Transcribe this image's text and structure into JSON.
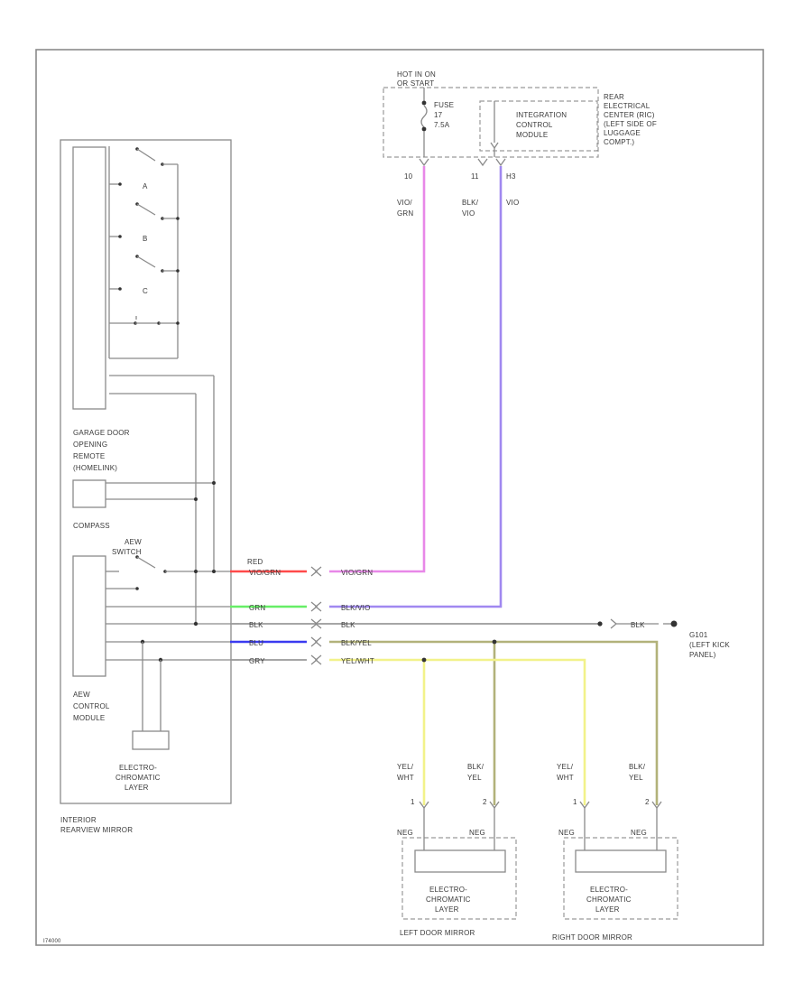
{
  "hot_in_on_label": [
    "HOT IN ON",
    "OR START"
  ],
  "fuse_label": [
    "FUSE",
    "17",
    "7.5A"
  ],
  "integration_module_label": [
    "INTEGRATION",
    "CONTROL",
    "MODULE"
  ],
  "rear_center_label": [
    "REAR",
    "ELECTRICAL",
    "CENTER (RIC)",
    "(LEFT SIDE OF",
    "LUGGAGE",
    "COMPT.)"
  ],
  "pins_top": [
    "10",
    "11",
    "H3"
  ],
  "wire_top_left": [
    "VIO/",
    "GRN"
  ],
  "wire_top_mid": [
    "BLK/",
    "VIO"
  ],
  "wire_top_right": "VIO",
  "switch_letters": [
    "A",
    "B",
    "C"
  ],
  "garage_door_label": [
    "GARAGE DOOR",
    "OPENING",
    "REMOTE",
    "(HOMELINK)"
  ],
  "compass_label": "COMPASS",
  "aew_switch_label": [
    "AEW",
    "SWITCH"
  ],
  "aew_module_label": [
    "AEW",
    "CONTROL",
    "MODULE"
  ],
  "ec_mirror_layer_label": [
    "ELECTRO-",
    "CHROMATIC",
    "LAYER"
  ],
  "interior_mirror_label": [
    "INTERIOR",
    "REARVIEW MIRROR"
  ],
  "wires": {
    "w1_left": "RED",
    "w1_left2": "VIO/GRN",
    "w1_right": "VIO/GRN",
    "w2_left": "GRN",
    "w2_right": "BLK/VIO",
    "w3_left": "BLK",
    "w3_right": "BLK",
    "w3_far": "BLK",
    "w4_left": "BLU",
    "w4_right": "BLK/YEL",
    "w5_left": "GRY",
    "w5_right": "YEL/WHT"
  },
  "ground_label": [
    "G101",
    "(LEFT KICK",
    "PANEL)"
  ],
  "lower_wire_labels": {
    "l1": [
      "YEL/",
      "WHT"
    ],
    "l2": [
      "BLK/",
      "YEL"
    ],
    "l3": [
      "YEL/",
      "WHT"
    ],
    "l4": [
      "BLK/",
      "YEL"
    ]
  },
  "lower_pins": {
    "p1": "1",
    "p2": "2",
    "p3": "1",
    "p4": "2",
    "pol1": "NEG",
    "pol2": "NEG",
    "pol3": "NEG",
    "pol4": "NEG"
  },
  "ec_layer_left_label": [
    "ELECTRO-",
    "CHROMATIC",
    "LAYER"
  ],
  "ec_layer_right_label": [
    "ELECTRO-",
    "CHROMATIC",
    "LAYER"
  ],
  "left_door_mirror_label": "LEFT DOOR MIRROR",
  "right_door_mirror_label": "RIGHT DOOR MIRROR",
  "diagram_code": "I74000",
  "wire_colors": {
    "red": "#ff4a4a",
    "violet": "#e888e8",
    "purple": "#a088f0",
    "green": "#66ee66",
    "blue": "#3a3af0",
    "yellow": "#f2f28a",
    "olive": "#b2b27a",
    "grey": "#9a9a9a"
  }
}
